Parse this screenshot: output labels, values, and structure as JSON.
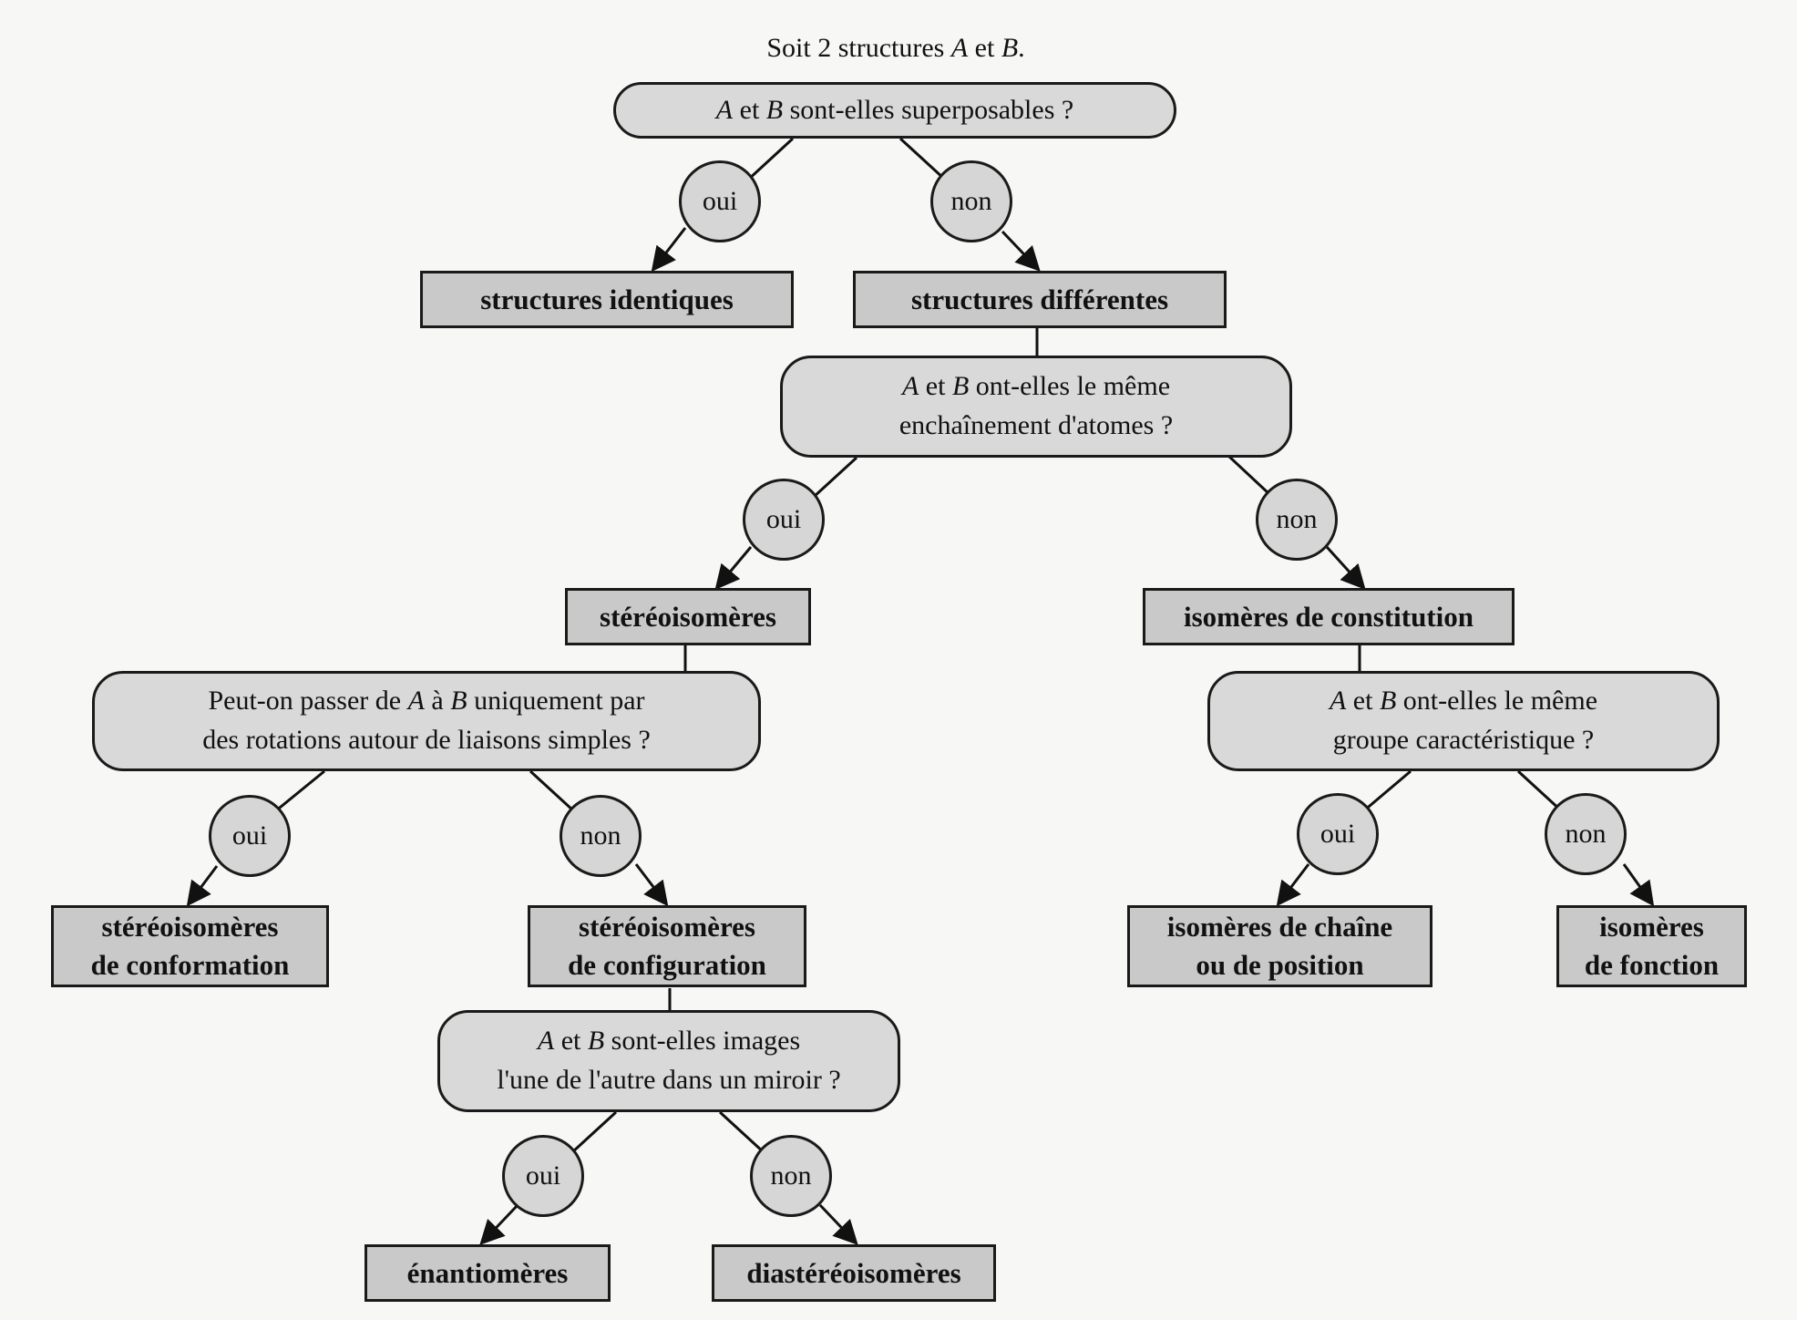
{
  "title": {
    "prefix": "Soit 2 structures ",
    "a": "A",
    "et": " et ",
    "b": "B",
    "suffix": "."
  },
  "questions": {
    "q1": {
      "a": "A",
      "et": " et ",
      "b": "B",
      "line1_rest": " sont-elles superposables ?"
    },
    "q2": {
      "a": "A",
      "et": " et ",
      "b": "B",
      "line1_rest": " ont-elles le même",
      "line2": "enchaînement d'atomes ?"
    },
    "q3": {
      "line1_pre": "Peut-on passer de ",
      "a": "A",
      "mid": " à ",
      "b": "B",
      "line1_post": " uniquement par",
      "line2": "des rotations autour de liaisons simples ?"
    },
    "q4": {
      "a": "A",
      "et": " et ",
      "b": "B",
      "line1_rest": " ont-elles le même",
      "line2": "groupe caractéristique ?"
    },
    "q5": {
      "a": "A",
      "et": " et ",
      "b": "B",
      "line1_rest": " sont-elles images",
      "line2": "l'une de l'autre dans un miroir ?"
    }
  },
  "results": {
    "identiques": "structures identiques",
    "differentes": "structures différentes",
    "stereo": "stéréoisomères",
    "constitution": "isomères de constitution",
    "conformation": {
      "line1": "stéréoisomères",
      "line2": "de conformation"
    },
    "configuration": {
      "line1": "stéréoisomères",
      "line2": "de configuration"
    },
    "chaine": {
      "line1": "isomères de chaîne",
      "line2": "ou de position"
    },
    "fonction": {
      "line1": "isomères",
      "line2": "de fonction"
    },
    "enantiomeres": "énantiomères",
    "diastereo": "diastéréoisomères"
  },
  "answers": {
    "yes": "oui",
    "no": "non"
  }
}
